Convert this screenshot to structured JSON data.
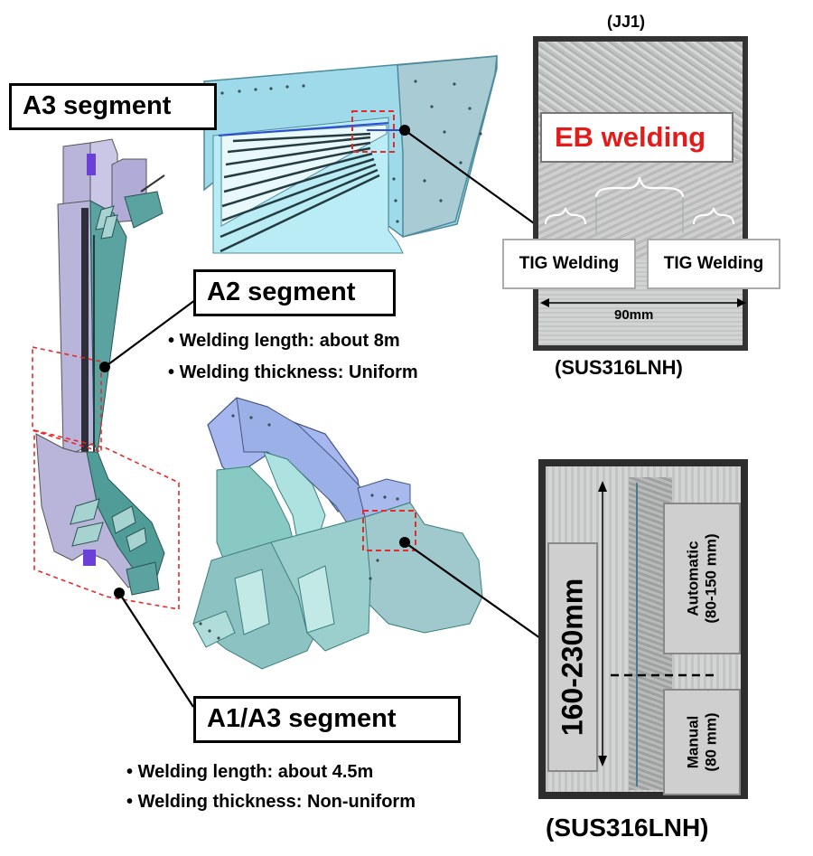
{
  "a3_top": {
    "label": "A3 segment"
  },
  "a2": {
    "label": "A2 segment",
    "bullets": [
      "Welding  length: about 8m",
      "Welding thickness: Uniform"
    ]
  },
  "a1a3": {
    "label": "A1/A3 segment",
    "bullets": [
      "Welding  length: about 4.5m",
      "Welding thickness: Non-uniform"
    ]
  },
  "top_photo": {
    "title": "(JJ1)",
    "eb": "EB welding",
    "tig_left": "TIG Welding",
    "tig_right": "TIG Welding",
    "width": "90mm",
    "material": "(SUS316LNH)"
  },
  "bottom_photo": {
    "height": "160-230mm",
    "automatic": "Automatic\n(80-150 mm)",
    "manual": "Manual\n(80 mm)",
    "material": "(SUS316LNH)"
  },
  "colors": {
    "eb_red": "#e41b1b",
    "dash_red": "#e62a2a",
    "teal": "#5aa3a0",
    "lavender": "#b8b4da",
    "sky": "#a9e3ee"
  }
}
